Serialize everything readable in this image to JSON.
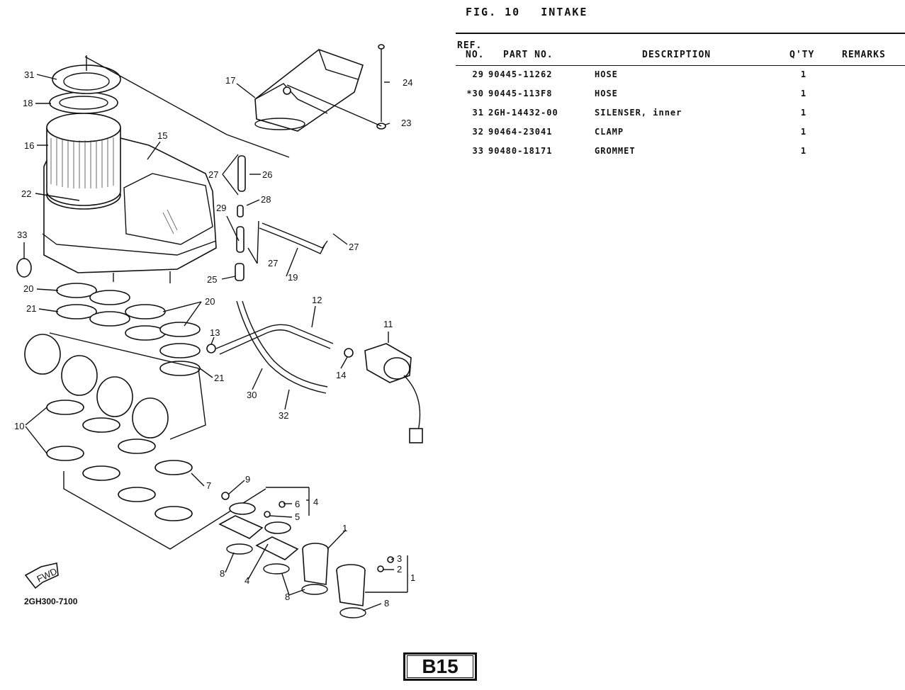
{
  "figure": {
    "label": "FIG. 10",
    "title": "INTAKE"
  },
  "table": {
    "headers": {
      "ref": [
        "REF.",
        "NO."
      ],
      "part_no": "PART NO.",
      "description": "DESCRIPTION",
      "qty": "Q'TY",
      "remarks": "REMARKS"
    },
    "rows": [
      {
        "ref": "29",
        "part_no": "90445-11262",
        "description": "HOSE",
        "qty": "1",
        "remarks": ""
      },
      {
        "ref": "*30",
        "part_no": "90445-113F8",
        "description": "HOSE",
        "qty": "1",
        "remarks": ""
      },
      {
        "ref": "31",
        "part_no": "2GH-14432-00",
        "description": "SILENSER, inner",
        "qty": "1",
        "remarks": ""
      },
      {
        "ref": "32",
        "part_no": "90464-23041",
        "description": "CLAMP",
        "qty": "1",
        "remarks": ""
      },
      {
        "ref": "33",
        "part_no": "90480-18171",
        "description": "GROMMET",
        "qty": "1",
        "remarks": ""
      }
    ]
  },
  "diagram": {
    "drawing_code": "2GH300-7100",
    "fwd_label": "FWD",
    "callouts": [
      "31",
      "18",
      "16",
      "22",
      "33",
      "20",
      "21",
      "10",
      "15",
      "17",
      "24",
      "23",
      "27",
      "26",
      "28",
      "29",
      "27",
      "27",
      "25",
      "19",
      "12",
      "11",
      "13",
      "14",
      "21",
      "20",
      "30",
      "32",
      "7",
      "9",
      "6",
      "4",
      "5",
      "1",
      "3",
      "2",
      "1",
      "8",
      "4",
      "8",
      "8"
    ]
  },
  "page": {
    "label": "B15"
  }
}
